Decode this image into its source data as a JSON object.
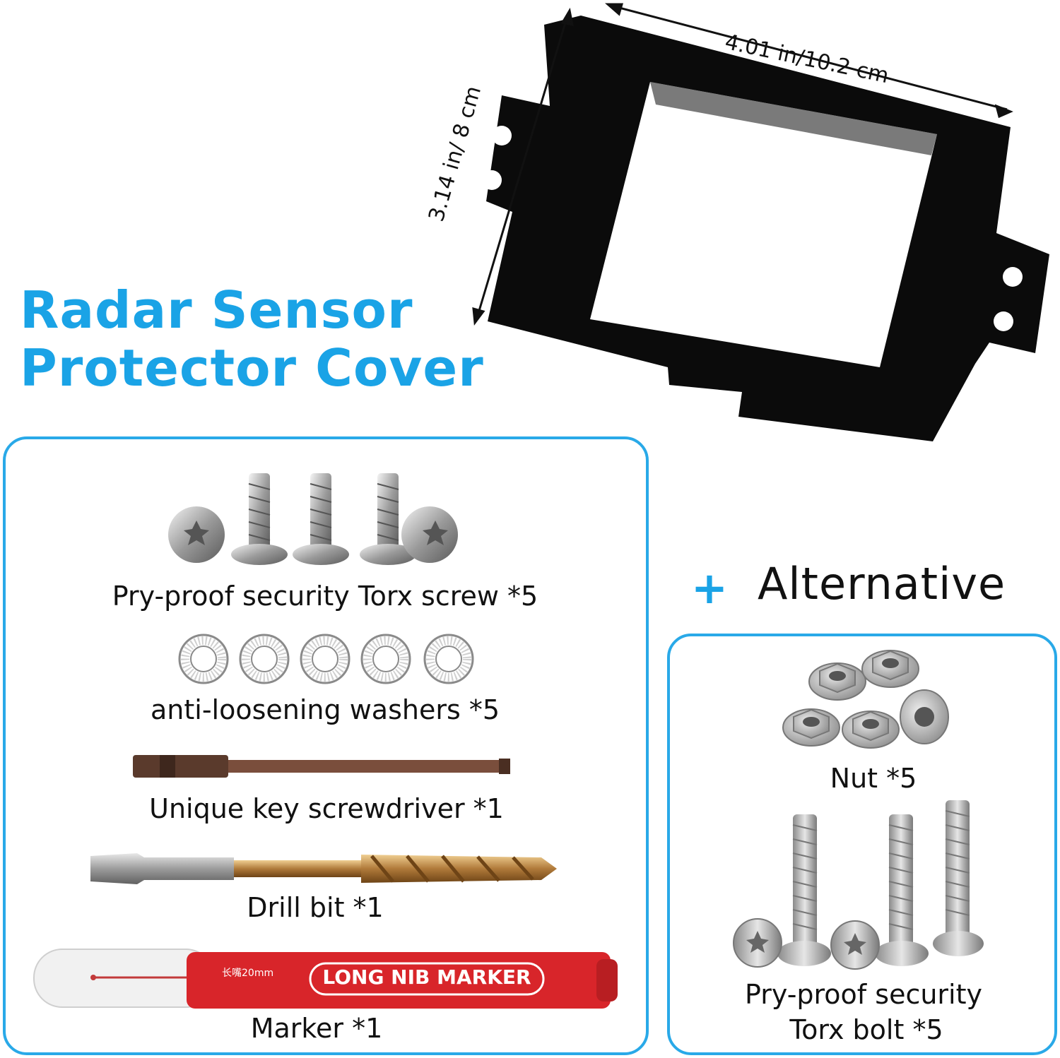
{
  "product_title": {
    "line1": "Radar Sensor",
    "line2": "Protector Cover"
  },
  "dimensions": {
    "width": "4.01 in/10.2 cm",
    "height": "3.14 in/ 8 cm"
  },
  "kit_items": [
    "Pry-proof security Torx screw *5",
    "anti-loosening washers *5",
    "Unique key screwdriver *1",
    "Drill bit *1",
    "Marker *1"
  ],
  "marker_labels": {
    "main": "LONG NIB MARKER",
    "nib": "长嘴20mm"
  },
  "alternative": {
    "plus": "+",
    "heading": "Alternative",
    "items": [
      "Nut *5",
      "Pry-proof security",
      "Torx bolt *5"
    ]
  },
  "colors": {
    "accent": "#1aa3e6",
    "frame": "#29a9e8",
    "bracket": "#0b0b0b",
    "marker_red": "#d8252a"
  }
}
